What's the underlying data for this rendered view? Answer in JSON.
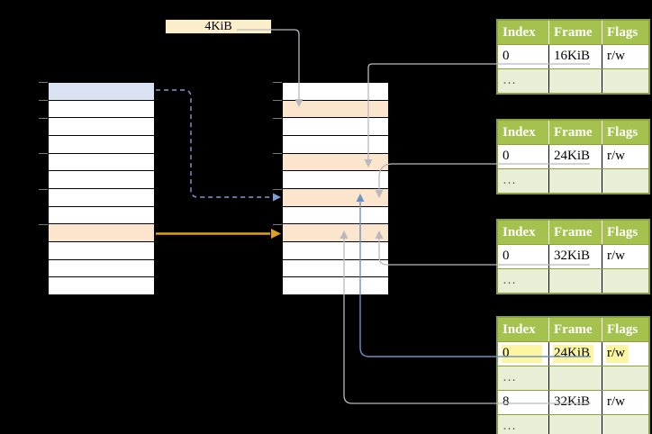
{
  "page_size_label": "4KiB",
  "page_table_header": [
    "Index",
    "Frame",
    "Flags"
  ],
  "page_tables": [
    {
      "name": "page-table-1",
      "rows": [
        [
          "0",
          "16KiB",
          "r/w"
        ],
        [
          "…",
          "",
          ""
        ]
      ]
    },
    {
      "name": "page-table-2",
      "rows": [
        [
          "0",
          "24KiB",
          "r/w"
        ],
        [
          "…",
          "",
          ""
        ]
      ]
    },
    {
      "name": "page-table-3",
      "rows": [
        [
          "0",
          "32KiB",
          "r/w"
        ],
        [
          "…",
          "",
          ""
        ]
      ]
    },
    {
      "name": "page-table-4",
      "highlighted_row": 0,
      "rows": [
        [
          "0",
          "24KiB",
          "r/w"
        ],
        [
          "…",
          "",
          ""
        ],
        [
          "8",
          "32KiB",
          "r/w"
        ],
        [
          "…",
          "",
          ""
        ]
      ]
    }
  ],
  "memory_columns": {
    "virtual": {
      "rows": 12,
      "blue_rows": [
        0
      ],
      "orange_rows": [
        8
      ]
    },
    "physical": {
      "rows": 12,
      "blue_rows": [],
      "orange_rows": [
        1,
        4,
        6,
        8
      ]
    },
    "tick_row_boundaries": [
      0,
      1,
      2,
      4,
      6,
      8
    ]
  },
  "colors": {
    "green-header": "#a4c24d",
    "green-light": "#e9efd6",
    "green-border": "#8ba23c",
    "orange-row": "#fce5cd",
    "blue-row": "#d9e2f3",
    "label-bg": "#fbeeca",
    "hl": "#fdf6a1",
    "line-gray": "#b7b9be",
    "line-blue": "#6e90c6",
    "line-dashed-blue": "#7e9ed6",
    "line-orange": "#dda11f",
    "tick": "#7a7a7a",
    "ellipsis": "#5e6b33"
  }
}
